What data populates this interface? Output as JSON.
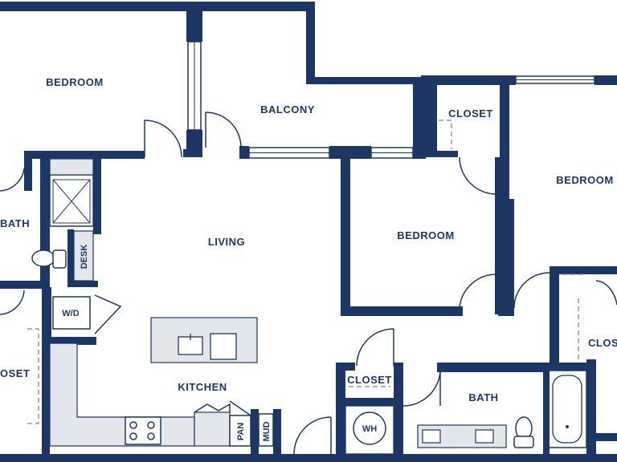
{
  "plan": {
    "rooms": {
      "bedroom_nw": "BEDROOM",
      "balcony": "BALCONY",
      "closet_top": "CLOSET",
      "bedroom_east": "BEDROOM",
      "bath_west": "BATH",
      "living": "LIVING",
      "bedroom_center": "BEDROOM",
      "desk": "DESK",
      "wd": "W/D",
      "closet_west": "OSET",
      "kitchen": "KITCHEN",
      "closet_small": "CLOSET",
      "bath_south": "BATH",
      "closet_east": "CLOS",
      "wh": "WH",
      "pan": "PAN",
      "mud": "MUD"
    },
    "colors": {
      "wall": "#1c3764",
      "counter": "#e3e6eb"
    }
  }
}
